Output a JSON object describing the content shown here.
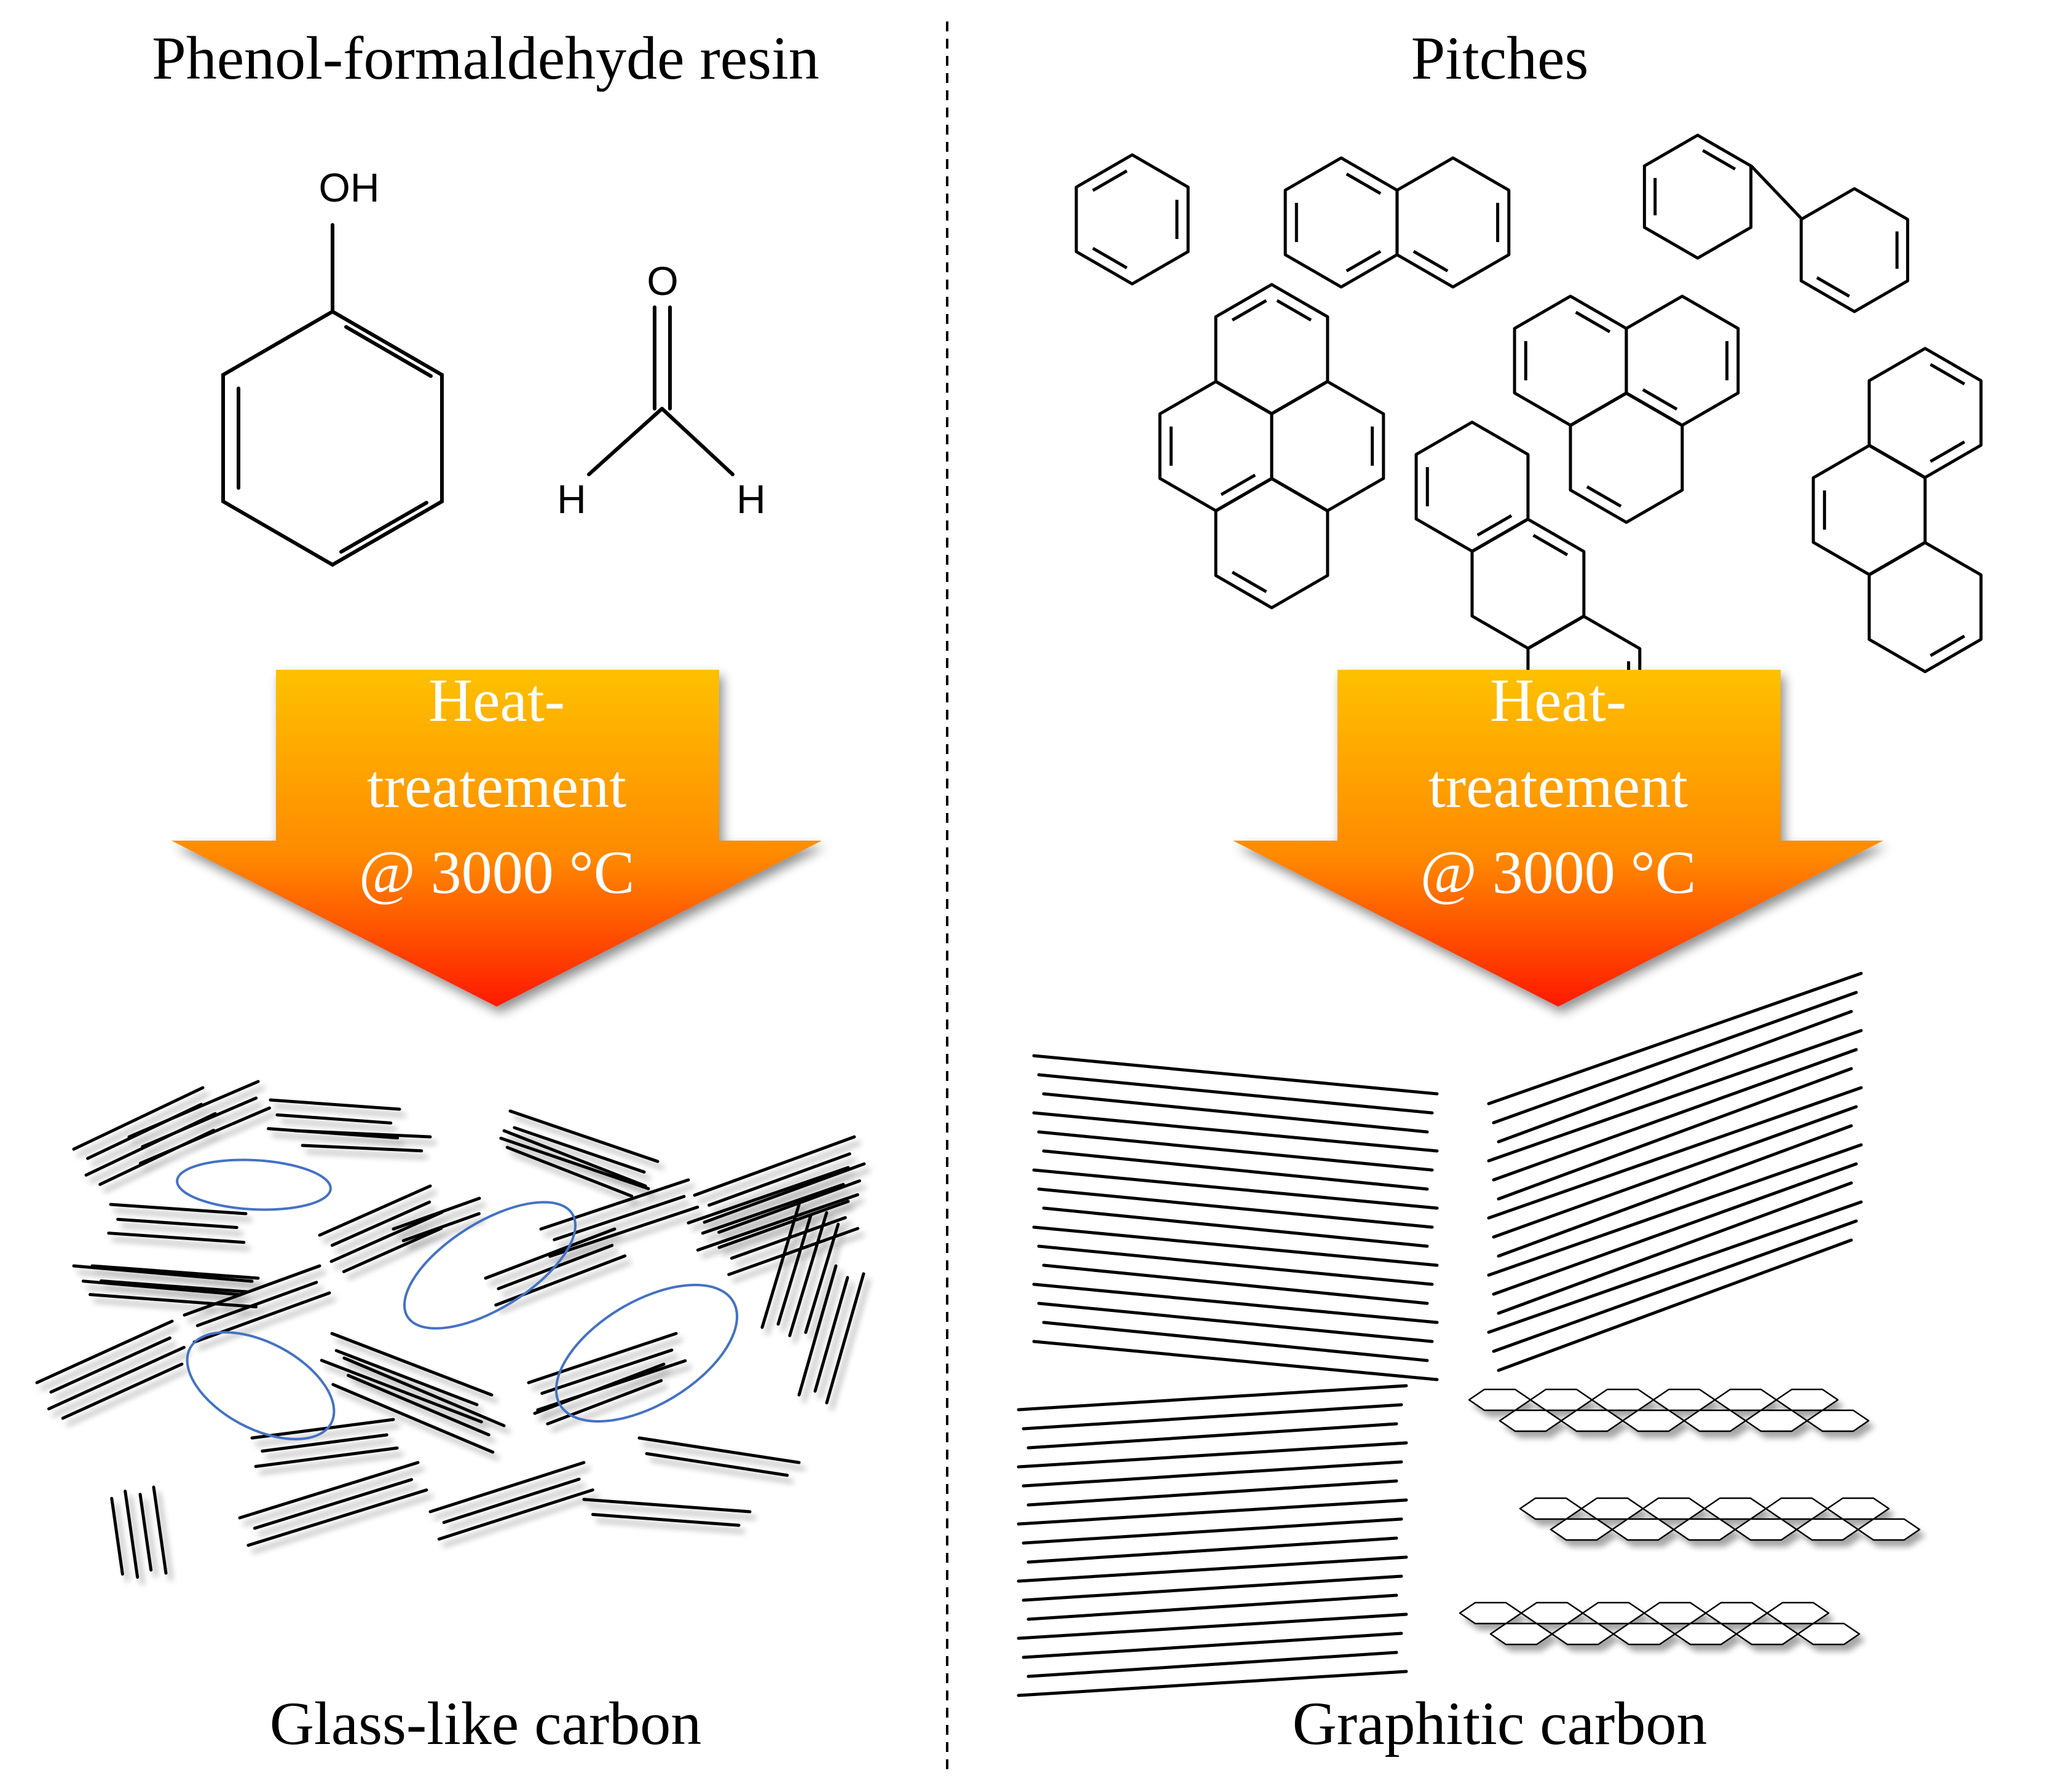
{
  "left_panel": {
    "title": "Phenol-formaldehyde resin",
    "phenol_oh_label": "OH",
    "formaldehyde_o_label": "O",
    "formaldehyde_h_left": "H",
    "formaldehyde_h_right": "H",
    "arrow": {
      "line1": "Heat-",
      "line2": "treatement",
      "line3": "@ 3000 °C"
    },
    "result_label": "Glass-like carbon"
  },
  "right_panel": {
    "title": "Pitches",
    "arrow": {
      "line1": "Heat-",
      "line2": "treatement",
      "line3": "@ 3000 °C"
    },
    "result_label": "Graphitic carbon"
  },
  "colors": {
    "arrow_top": "#fdc100",
    "arrow_mid": "#ff8a00",
    "arrow_bottom": "#ff1a00",
    "pore_ellipse": "#4472c4",
    "line": "#000000"
  }
}
